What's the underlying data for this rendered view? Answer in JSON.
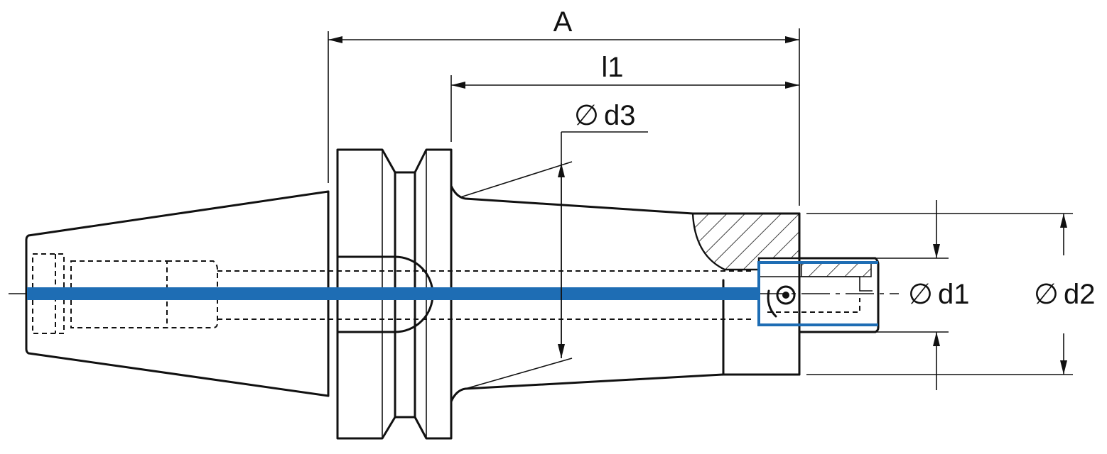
{
  "labels": {
    "A": "A",
    "l1": "l1",
    "d1": "d1",
    "d2": "d2",
    "d3": "d3",
    "diameter_symbol": "∅"
  },
  "colors": {
    "line": "#111111",
    "coolant": "#1e6db4",
    "background": "#ffffff"
  }
}
